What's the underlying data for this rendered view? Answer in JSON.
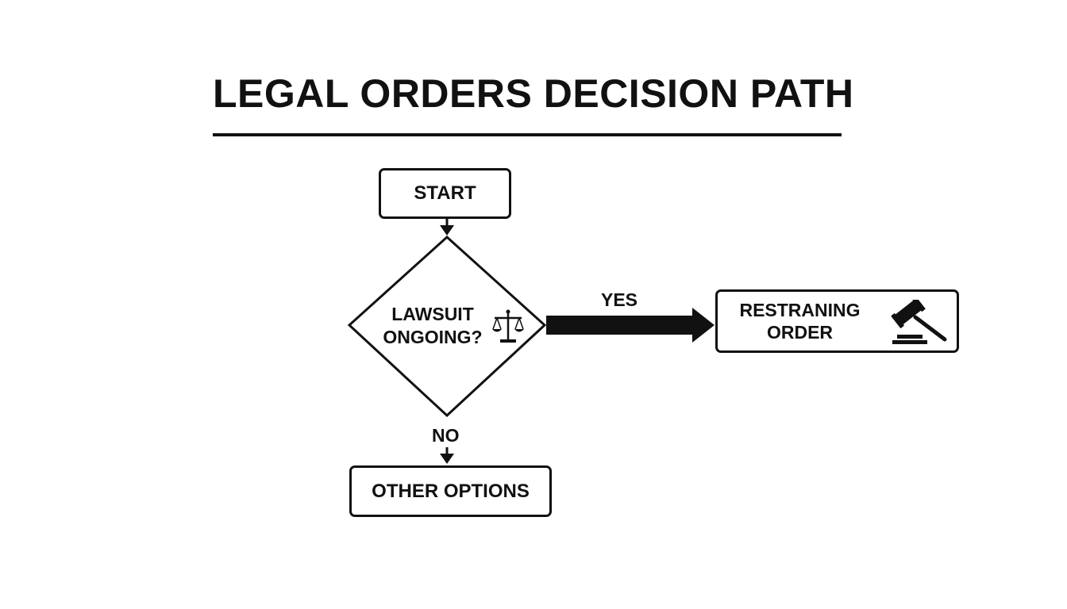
{
  "title": "LEGAL ORDERS DECISION PATH",
  "nodes": {
    "start": "START",
    "decision_line1": "LAWSUIT",
    "decision_line2": "ONGOING?",
    "restraining_line1": "RESTRANING",
    "restraining_line2": "ORDER",
    "other": "OTHER OPTIONS"
  },
  "edges": {
    "yes_label": "YES",
    "no_label": "NO"
  },
  "icons": {
    "decision": "balance-scale-icon",
    "restraining": "gavel-icon"
  },
  "colors": {
    "ink": "#111111",
    "background": "#ffffff"
  }
}
